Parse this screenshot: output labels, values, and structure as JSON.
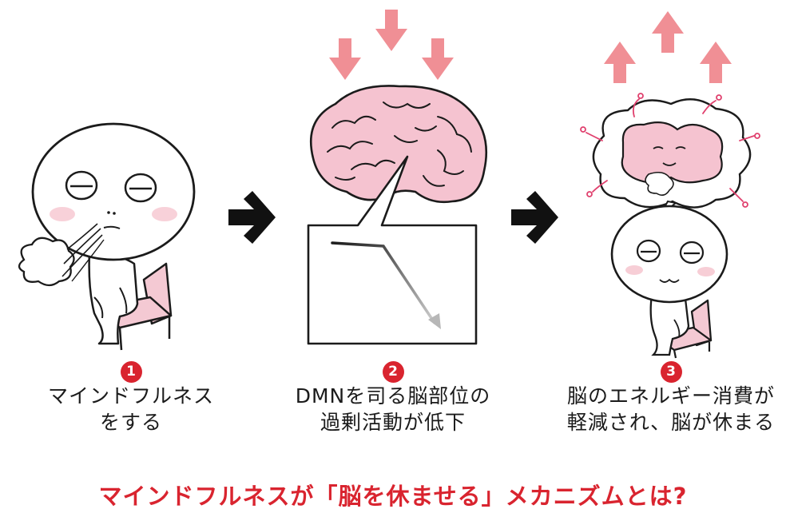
{
  "steps": [
    {
      "num": "1",
      "line1": "マインドフルネス",
      "line2": "をする"
    },
    {
      "num": "2",
      "line1": "DMNを司る脳部位の",
      "line2": "過剰活動が低下"
    },
    {
      "num": "3",
      "line1": "脳のエネルギー消費が",
      "line2": "軽減され、脳が休まる"
    }
  ],
  "caption": "マインドフルネスが「脳を休ませる」メカニズムとは?",
  "colors": {
    "accent": "#d9242f",
    "arrow_pink": "#f08f95",
    "brain_pink": "#f5c3d0",
    "chair_pink": "#f4c9d3",
    "cheek_pink": "#f6c6cf",
    "ink": "#1b1b1b"
  },
  "icons": {
    "step_arrow": "bold-right-arrow-icon",
    "down_arrows": "down-arrow-icon",
    "up_arrows": "up-arrow-icon"
  }
}
